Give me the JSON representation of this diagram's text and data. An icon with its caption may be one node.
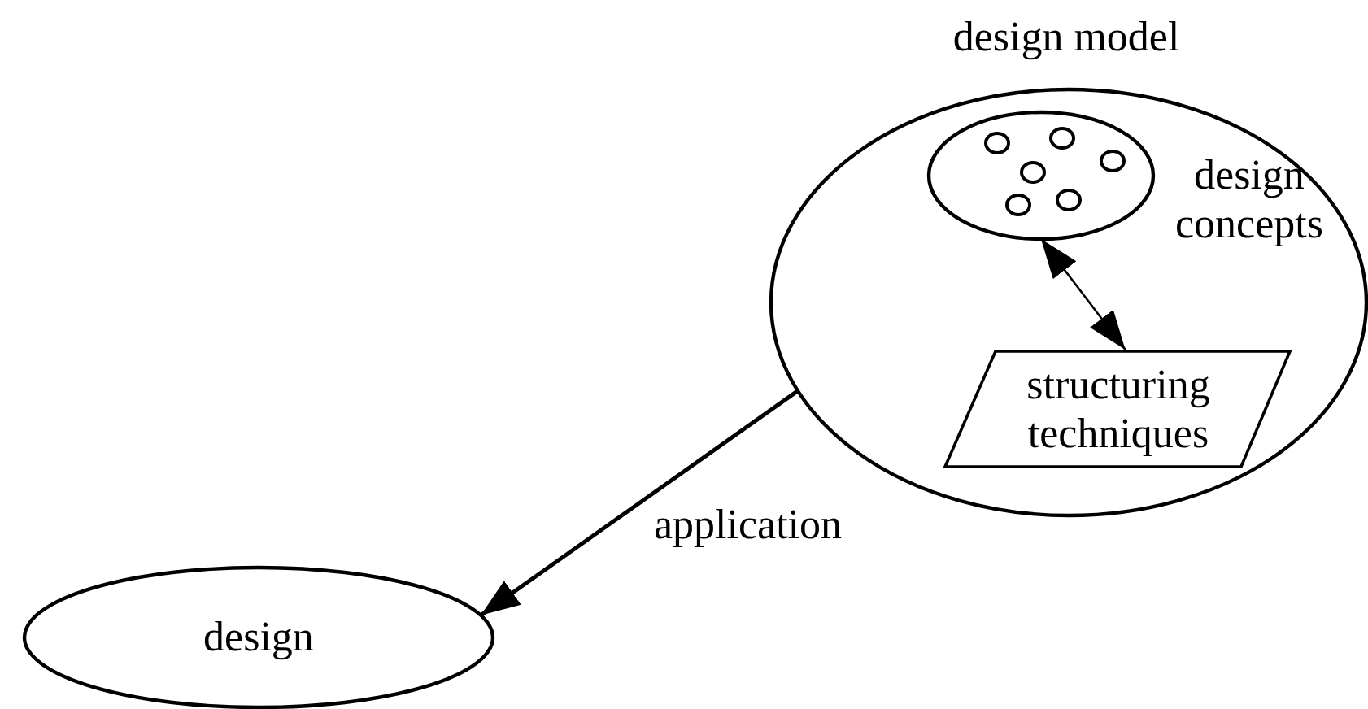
{
  "diagram": {
    "nodes": [
      {
        "text": [
          "design model"
        ]
      },
      {
        "text": [
          "design concepts"
        ],
        "in": 0
      },
      {
        "text": [
          "structuring techniques"
        ],
        "in": 0
      },
      {
        "text": [
          "design"
        ]
      }
    ],
    "edges": [
      {
        "from": 1,
        "to": 2,
        "arrow": "both"
      },
      {
        "from": 0,
        "to": 3,
        "arrow": "to",
        "label": "application"
      }
    ]
  }
}
